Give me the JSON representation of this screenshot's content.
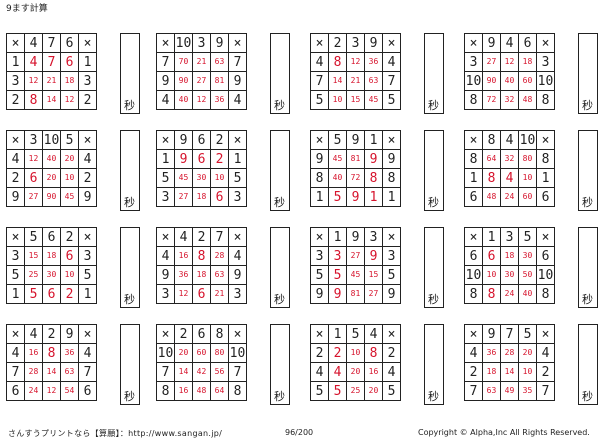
{
  "title": "9ます計算",
  "op_symbol": "×",
  "sec_label": "秒",
  "footer": {
    "left": "さんすうプリントなら【算願】：http://www.sangan.jp/",
    "page": "96/200",
    "copyright": "Copyright © Alpha,Inc All Rights Reserved."
  },
  "puzzles": [
    {
      "top": [
        4,
        7,
        6
      ],
      "left": [
        1,
        3,
        2
      ],
      "answers": [
        [
          "4",
          "7",
          "6"
        ],
        [
          "12",
          "21",
          "18"
        ],
        [
          "8",
          "14",
          "12"
        ]
      ]
    },
    {
      "top": [
        10,
        3,
        9
      ],
      "left": [
        7,
        9,
        4
      ],
      "answers": [
        [
          "70",
          "21",
          "63"
        ],
        [
          "90",
          "27",
          "81"
        ],
        [
          "40",
          "12",
          "36"
        ]
      ]
    },
    {
      "top": [
        2,
        3,
        9
      ],
      "left": [
        4,
        7,
        5
      ],
      "answers": [
        [
          "8",
          "12",
          "36"
        ],
        [
          "14",
          "21",
          "63"
        ],
        [
          "10",
          "15",
          "45"
        ]
      ]
    },
    {
      "top": [
        9,
        4,
        6
      ],
      "left": [
        3,
        10,
        8
      ],
      "answers": [
        [
          "27",
          "12",
          "18"
        ],
        [
          "90",
          "40",
          "60"
        ],
        [
          "72",
          "32",
          "48"
        ]
      ]
    },
    {
      "top": [
        3,
        10,
        5
      ],
      "left": [
        4,
        2,
        9
      ],
      "answers": [
        [
          "12",
          "40",
          "20"
        ],
        [
          "6",
          "20",
          "10"
        ],
        [
          "27",
          "90",
          "45"
        ]
      ]
    },
    {
      "top": [
        9,
        6,
        2
      ],
      "left": [
        1,
        5,
        3
      ],
      "answers": [
        [
          "9",
          "6",
          "2"
        ],
        [
          "45",
          "30",
          "10"
        ],
        [
          "27",
          "18",
          "6"
        ]
      ]
    },
    {
      "top": [
        5,
        9,
        1
      ],
      "left": [
        9,
        8,
        1
      ],
      "answers": [
        [
          "45",
          "81",
          "9"
        ],
        [
          "40",
          "72",
          "8"
        ],
        [
          "5",
          "9",
          "1"
        ]
      ]
    },
    {
      "top": [
        8,
        4,
        10
      ],
      "left": [
        8,
        1,
        6
      ],
      "answers": [
        [
          "64",
          "32",
          "80"
        ],
        [
          "8",
          "4",
          "10"
        ],
        [
          "48",
          "24",
          "60"
        ]
      ]
    },
    {
      "top": [
        5,
        6,
        2
      ],
      "left": [
        3,
        5,
        1
      ],
      "answers": [
        [
          "15",
          "18",
          "6"
        ],
        [
          "25",
          "30",
          "10"
        ],
        [
          "5",
          "6",
          "2"
        ]
      ]
    },
    {
      "top": [
        4,
        2,
        7
      ],
      "left": [
        4,
        9,
        3
      ],
      "answers": [
        [
          "16",
          "8",
          "28"
        ],
        [
          "36",
          "18",
          "63"
        ],
        [
          "12",
          "6",
          "21"
        ]
      ]
    },
    {
      "top": [
        1,
        9,
        3
      ],
      "left": [
        3,
        5,
        9
      ],
      "answers": [
        [
          "3",
          "27",
          "9"
        ],
        [
          "5",
          "45",
          "15"
        ],
        [
          "9",
          "81",
          "27"
        ]
      ]
    },
    {
      "top": [
        1,
        3,
        5
      ],
      "left": [
        6,
        10,
        8
      ],
      "answers": [
        [
          "6",
          "18",
          "30"
        ],
        [
          "10",
          "30",
          "50"
        ],
        [
          "8",
          "24",
          "40"
        ]
      ]
    },
    {
      "top": [
        4,
        2,
        9
      ],
      "left": [
        4,
        7,
        6
      ],
      "answers": [
        [
          "16",
          "8",
          "36"
        ],
        [
          "28",
          "14",
          "63"
        ],
        [
          "24",
          "12",
          "54"
        ]
      ]
    },
    {
      "top": [
        2,
        6,
        8
      ],
      "left": [
        10,
        7,
        8
      ],
      "answers": [
        [
          "20",
          "60",
          "80"
        ],
        [
          "14",
          "42",
          "56"
        ],
        [
          "16",
          "48",
          "64"
        ]
      ]
    },
    {
      "top": [
        1,
        5,
        4
      ],
      "left": [
        2,
        4,
        5
      ],
      "answers": [
        [
          "2",
          "10",
          "8"
        ],
        [
          "4",
          "20",
          "16"
        ],
        [
          "5",
          "25",
          "20"
        ]
      ]
    },
    {
      "top": [
        9,
        7,
        5
      ],
      "left": [
        4,
        2,
        7
      ],
      "answers": [
        [
          "36",
          "28",
          "20"
        ],
        [
          "18",
          "14",
          "10"
        ],
        [
          "63",
          "49",
          "35"
        ]
      ]
    }
  ]
}
